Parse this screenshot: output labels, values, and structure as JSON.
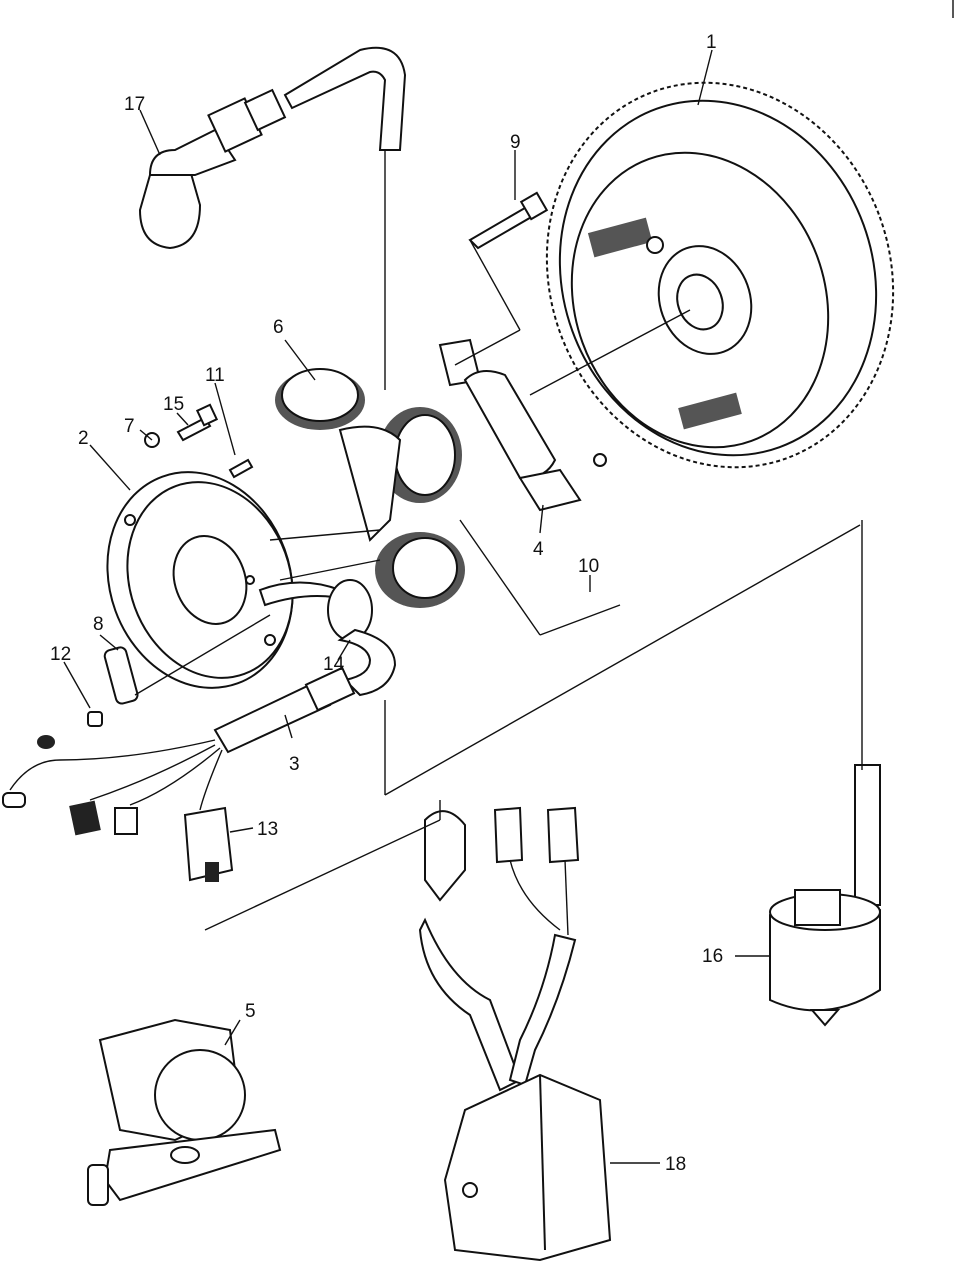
{
  "labels": [
    {
      "id": "1",
      "text": "1"
    },
    {
      "id": "2",
      "text": "2"
    },
    {
      "id": "3",
      "text": "3"
    },
    {
      "id": "4",
      "text": "4"
    },
    {
      "id": "5",
      "text": "5"
    },
    {
      "id": "6",
      "text": "6"
    },
    {
      "id": "7",
      "text": "7"
    },
    {
      "id": "8",
      "text": "8"
    },
    {
      "id": "9",
      "text": "9"
    },
    {
      "id": "10",
      "text": "10"
    },
    {
      "id": "11",
      "text": "11"
    },
    {
      "id": "12",
      "text": "12"
    },
    {
      "id": "13",
      "text": "13"
    },
    {
      "id": "14",
      "text": "14"
    },
    {
      "id": "15",
      "text": "15"
    },
    {
      "id": "16",
      "text": "16"
    },
    {
      "id": "17",
      "text": "17"
    },
    {
      "id": "18",
      "text": "18"
    }
  ],
  "colors": {
    "ink": "#111111",
    "paper": "#ffffff"
  }
}
